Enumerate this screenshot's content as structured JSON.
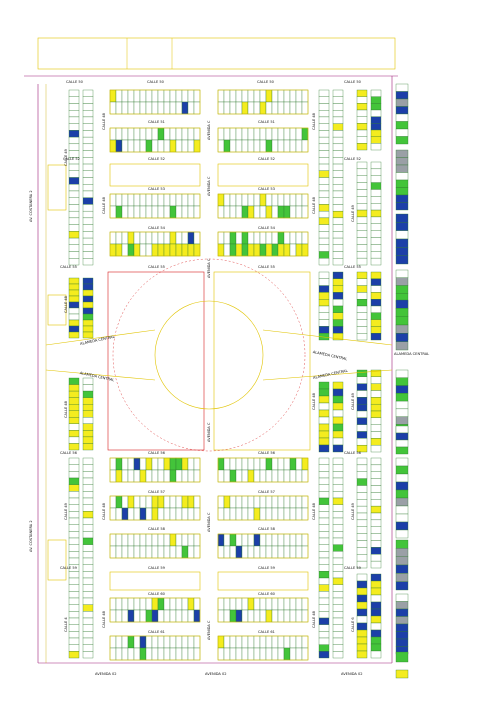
{
  "map": {
    "background": "#ffffff",
    "colors": {
      "lot_fill": "#ffffff",
      "lot_stroke": "#2f7a2f",
      "yellow": "#f4ec1f",
      "blue": "#1c3fa8",
      "green": "#43c43a",
      "block_outline": "#e1c400",
      "boundary": "#a0207a",
      "street_line": "#c9a900",
      "curve": "#d81e1e",
      "grey": "#9aa0a6"
    },
    "labels": {
      "calle_50": "CALLE 50",
      "calle_51": "CALLE 51",
      "calle_52": "CALLE 52",
      "calle_53": "CALLE 53",
      "calle_54": "CALLE 54",
      "calle_55": "CALLE 55",
      "calle_56": "CALLE 56",
      "calle_57": "CALLE 57",
      "calle_58": "CALLE 58",
      "calle_59": "CALLE 59",
      "calle_60": "CALLE 60",
      "calle_61": "CALLE 61",
      "calle_48": "CALLE 48",
      "calle_49": "CALLE 49",
      "calle_4": "CALLE 4",
      "calle_6": "CALLE 6",
      "avenida_02": "AVENIDA 02",
      "avenida_c": "AVENIDA C",
      "alameda_central": "ALAMEDA CENTRAL",
      "av_costanera_2": "AV. COSTANERA 2"
    }
  }
}
